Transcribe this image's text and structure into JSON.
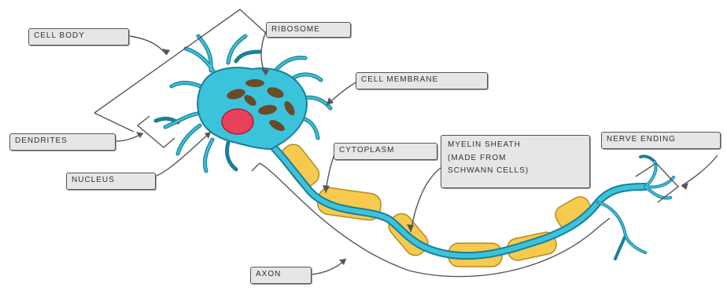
{
  "labels": {
    "cell_body": "CELL BODY",
    "ribosome": "RIBOSOME",
    "cell_membrane": "CELL MEMBRANE",
    "dendrites": "DENDRITES",
    "nucleus": "NUCLEUS",
    "cytoplasm": "CYTOPLASM",
    "myelin_sheath": [
      "MYELIN SHEATH",
      "(MADE FROM",
      "SCHWANN CELLS)"
    ],
    "nerve_ending": "NERVE ENDING",
    "axon": "AXON"
  },
  "colors": {
    "neuron": "#3cc3dc",
    "neuron_outline": "#1b7f97",
    "organelle": "#6b4a2a",
    "nucleus": "#e8425a",
    "myelin": "#f6c94f",
    "myelin_outline": "#b88a1e",
    "label_bg": "#e6e6e6",
    "line": "#555555"
  }
}
